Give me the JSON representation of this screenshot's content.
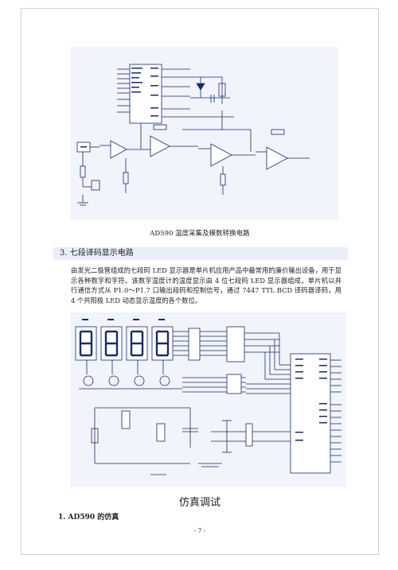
{
  "figure1": {
    "caption": "AD590 温度采集及模数转换电路"
  },
  "section": {
    "number": "3.",
    "title": "七段译码显示电路"
  },
  "paragraph": "由发光二极管组成的七段码 LED 显示器是单片机应用产品中最常用的廉价输出设备，用于显示各种数字和字符。该数字温度计的温度显示由 4 位七段码 LED 显示器组成，单片机以并行通信方式从 P1.0～P1.7 口输出段码和控制信号，通过 7447 TTL BCD 译码器译码，用 4 个共阳极 LED 动态显示温度的各个数位。",
  "chapter_title": "仿真调试",
  "subsection": {
    "number": "1.",
    "title": "AD590 的仿真"
  },
  "page_number": "- 7 -"
}
